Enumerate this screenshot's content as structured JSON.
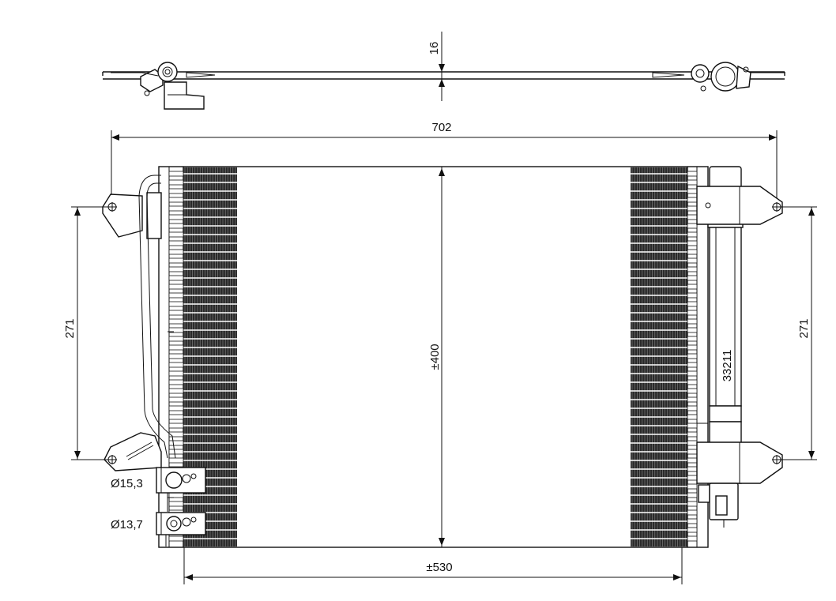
{
  "dimensions": {
    "top_view_thickness": "16",
    "overall_width": "702",
    "core_height": "±400",
    "core_width": "±530",
    "left_mount_spacing": "271",
    "right_mount_spacing": "271",
    "inlet_diameter": "Ø15,3",
    "outlet_diameter": "Ø13,7"
  },
  "part_number": "33211",
  "colors": {
    "line": "#111111",
    "background": "#ffffff"
  }
}
